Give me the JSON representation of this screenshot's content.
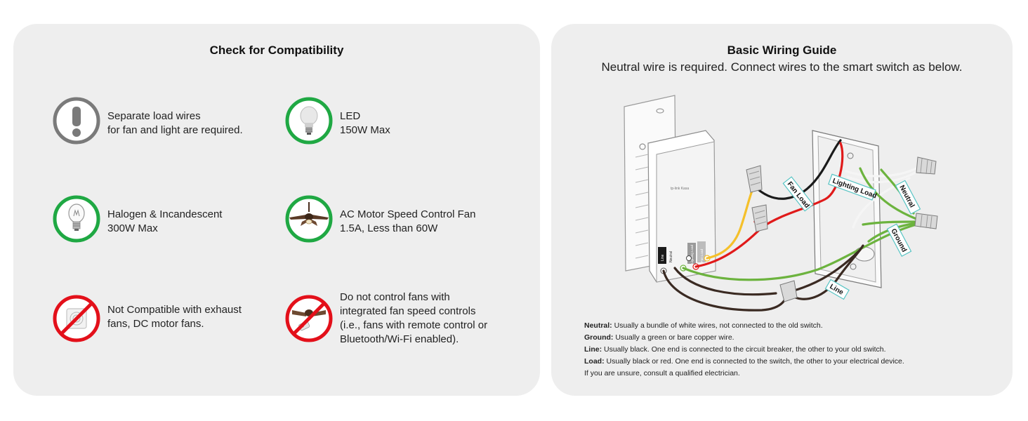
{
  "compat": {
    "title": "Check for Compatibility",
    "items": [
      {
        "icon": "warning-icon",
        "lines": [
          "Separate load wires",
          "for fan and light are required."
        ]
      },
      {
        "icon": "led-bulb-icon",
        "status": "compatible",
        "lines": [
          "LED",
          "150W Max"
        ]
      },
      {
        "icon": "incandescent-bulb-icon",
        "status": "compatible",
        "lines": [
          "Halogen & Incandescent",
          "300W Max"
        ]
      },
      {
        "icon": "ceiling-fan-icon",
        "status": "compatible",
        "lines": [
          "AC Motor Speed Control Fan",
          "1.5A, Less than 60W"
        ]
      },
      {
        "icon": "exhaust-fan-prohibited-icon",
        "status": "incompatible",
        "lines": [
          "Not Compatible with exhaust",
          "fans, DC motor fans."
        ]
      },
      {
        "icon": "smart-fan-prohibited-icon",
        "status": "incompatible",
        "lines": [
          "Do not control fans with",
          "integrated fan speed controls",
          "(i.e., fans with remote control or",
          "Bluetooth/Wi-Fi enabled)."
        ]
      }
    ]
  },
  "wiring": {
    "title": "Basic Wiring Guide",
    "subtitle": "Neutral wire is required. Connect wires to the smart switch as below.",
    "labels": {
      "fan_load": "Fan Load",
      "lighting_load": "Lighting Load",
      "neutral": "Neutral",
      "ground": "Ground",
      "line": "Line"
    },
    "switch_labels": {
      "line": "Line",
      "neutral": "Neutral",
      "lighting": "Lighting Load",
      "fan": "Fan Load",
      "brand": "tp-link  Kasa"
    },
    "legend": [
      {
        "term": "Neutral:",
        "desc": " Usually a bundle of white wires, not connected to the old switch."
      },
      {
        "term": "Ground:",
        "desc": " Usually a green or bare copper wire."
      },
      {
        "term": "Line:",
        "desc": " Usually black. One end is connected to the circuit breaker, the other to your old switch."
      },
      {
        "term": "Load:",
        "desc": " Usually black or red. One end is connected to the switch, the other to your electrical device."
      },
      {
        "term": "",
        "desc": "If you are unsure, consult a qualified electrician."
      }
    ]
  },
  "colors": {
    "panel_bg": "#eeeeee",
    "compatible_green": "#1fa843",
    "prohibited_red": "#e3101a",
    "warning_gray": "#7a7a7a",
    "wire_black": "#1a1a1a",
    "wire_red": "#e01a1a",
    "wire_yellow": "#f5c02a",
    "wire_green": "#6cb33e",
    "wire_white": "#f5f5f5",
    "wire_brown": "#3a2a22",
    "label_border": "#57c4c4"
  }
}
